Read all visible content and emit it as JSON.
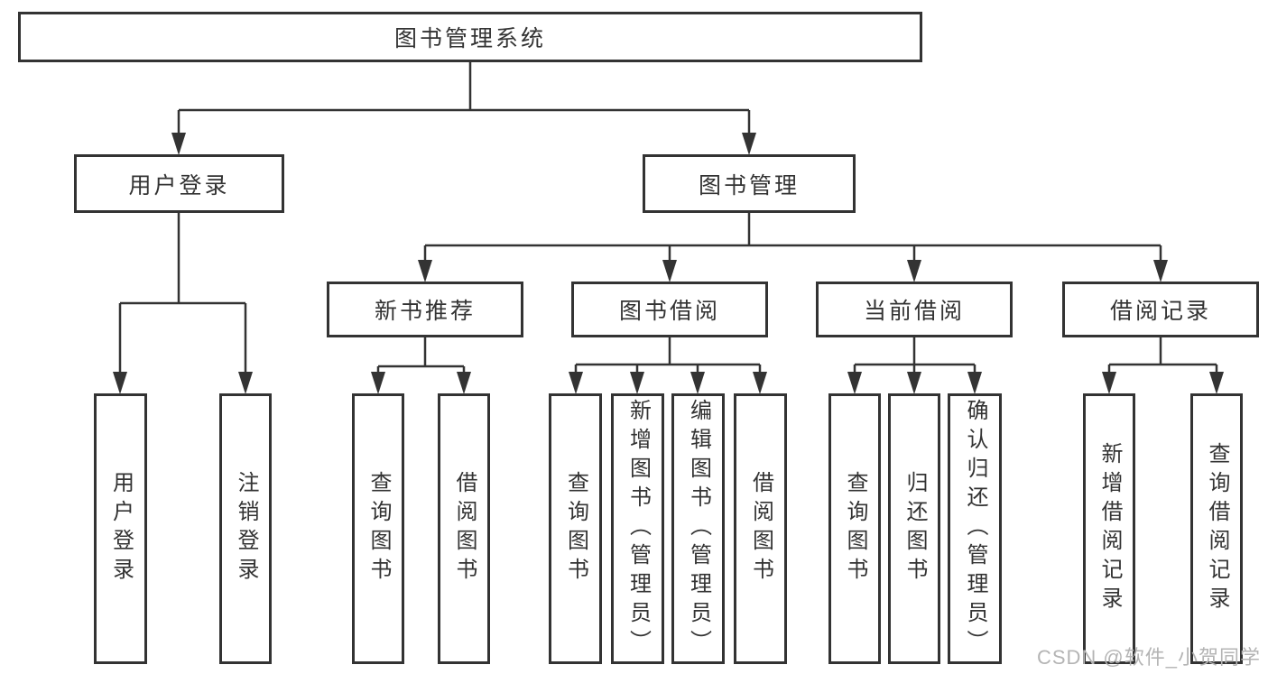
{
  "diagram_type": "hierarchy-tree",
  "colors": {
    "line": "#333333",
    "box_border": "#333333",
    "text": "#333333",
    "background": "#ffffff",
    "watermark": "#b4b4b4"
  },
  "tree": {
    "label": "图书管理系统",
    "children": [
      {
        "label": "用户登录",
        "children": [
          {
            "label": "用户登录"
          },
          {
            "label": "注销登录"
          }
        ]
      },
      {
        "label": "图书管理",
        "children": [
          {
            "label": "新书推荐",
            "children": [
              {
                "label": "查询图书"
              },
              {
                "label": "借阅图书"
              }
            ]
          },
          {
            "label": "图书借阅",
            "children": [
              {
                "label": "查询图书"
              },
              {
                "label": "新增图书（管理员）"
              },
              {
                "label": "编辑图书（管理员）"
              },
              {
                "label": "借阅图书"
              }
            ]
          },
          {
            "label": "当前借阅",
            "children": [
              {
                "label": "查询图书"
              },
              {
                "label": "归还图书"
              },
              {
                "label": "确认归还（管理员）"
              }
            ]
          },
          {
            "label": "借阅记录",
            "children": [
              {
                "label": "新增借阅记录"
              },
              {
                "label": "查询借阅记录"
              }
            ]
          }
        ]
      }
    ]
  },
  "watermark": "CSDN @软件_小贺同学"
}
